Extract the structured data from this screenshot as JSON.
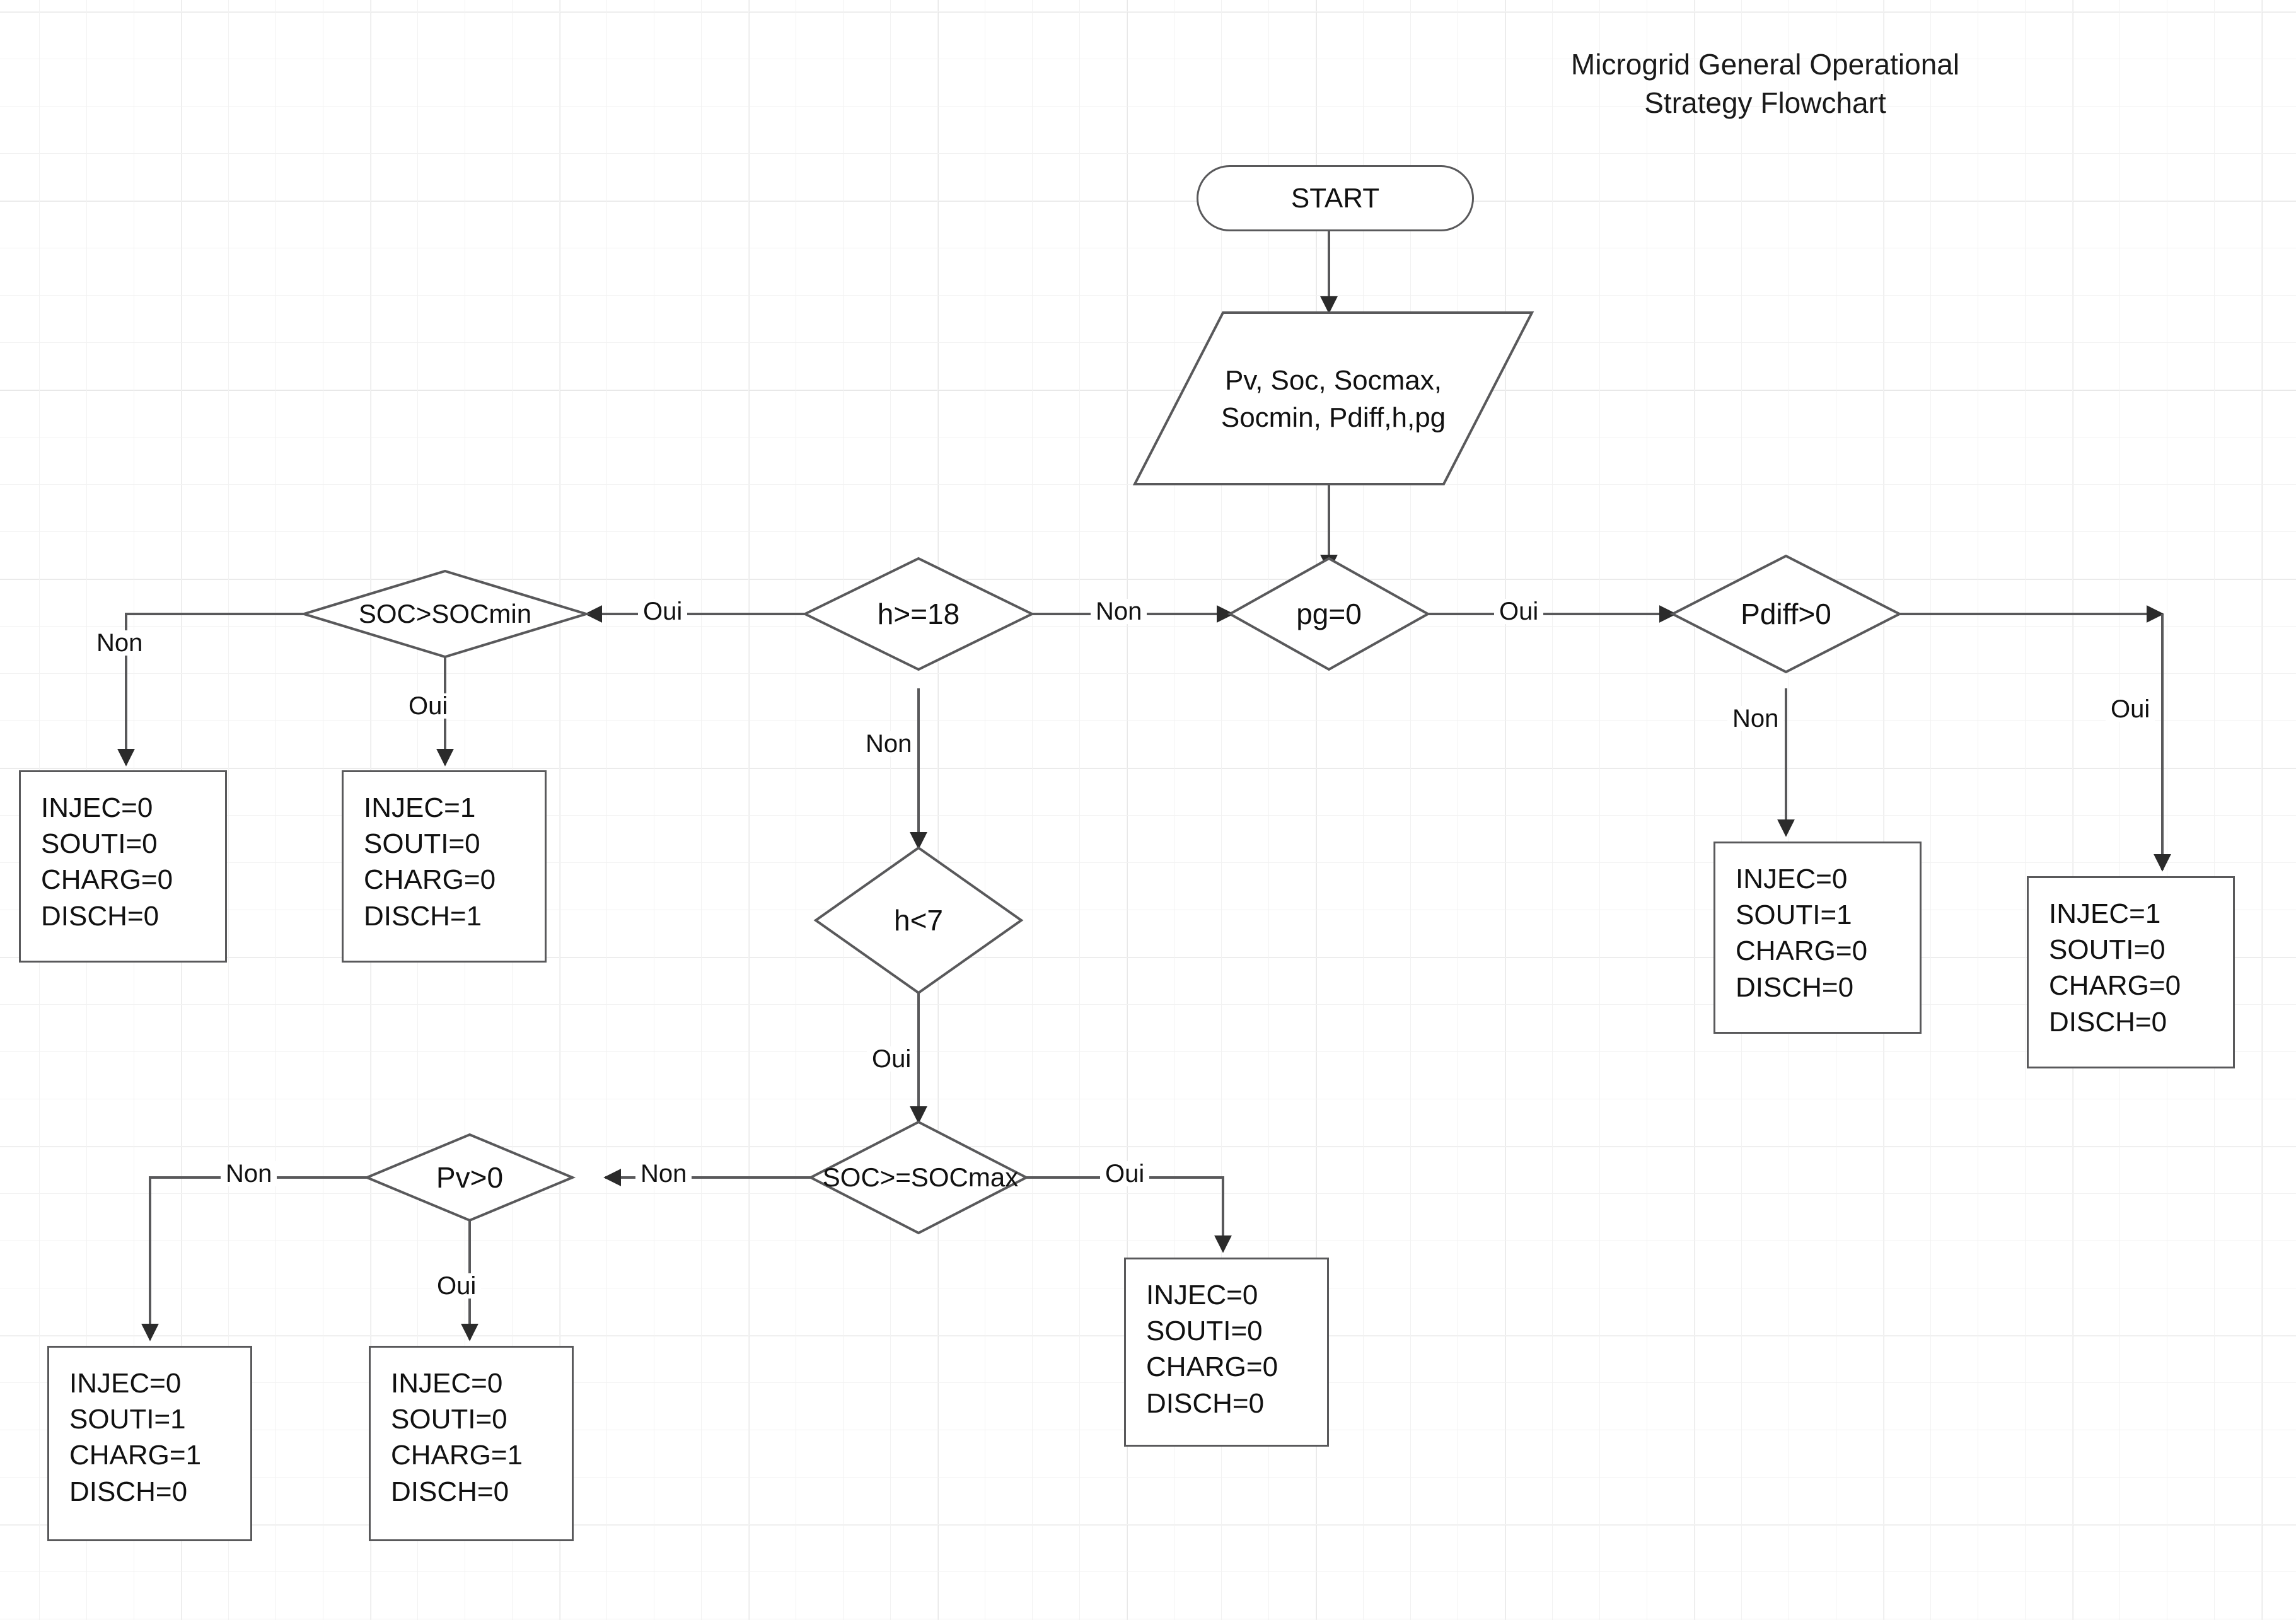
{
  "title": {
    "text": "Microgrid General Operational\nStrategy Flowchart"
  },
  "nodes": {
    "start": {
      "label": "START",
      "type": "terminator"
    },
    "input": {
      "label": "Pv, Soc, Socmax,\nSocmin, Pdiff,h,pg",
      "type": "input-output"
    },
    "d_h18": {
      "label": "h>=18",
      "type": "decision"
    },
    "d_pg0": {
      "label": "pg=0",
      "type": "decision"
    },
    "d_pdiff": {
      "label": "Pdiff>0",
      "type": "decision"
    },
    "d_socmin": {
      "label": "SOC>SOCmin",
      "type": "decision"
    },
    "d_h7": {
      "label": "h<7",
      "type": "decision"
    },
    "d_socmax": {
      "label": "SOC>=SOCmax",
      "type": "decision"
    },
    "d_pv0": {
      "label": "Pv>0",
      "type": "decision"
    },
    "p_socmin_non": {
      "label": "INJEC=0\nSOUTI=0\nCHARG=0\nDISCH=0",
      "type": "process"
    },
    "p_socmin_oui": {
      "label": "INJEC=1\nSOUTI=0\nCHARG=0\nDISCH=1",
      "type": "process"
    },
    "p_pdiff_non": {
      "label": "INJEC=0\nSOUTI=1\nCHARG=0\nDISCH=0",
      "type": "process"
    },
    "p_pdiff_oui": {
      "label": "INJEC=1\nSOUTI=0\nCHARG=0\nDISCH=0",
      "type": "process"
    },
    "p_pv_non": {
      "label": "INJEC=0\nSOUTI=1\nCHARG=1\nDISCH=0",
      "type": "process"
    },
    "p_pv_oui": {
      "label": "INJEC=0\nSOUTI=0\nCHARG=1\nDISCH=0",
      "type": "process"
    },
    "p_socmax_oui": {
      "label": "INJEC=0\nSOUTI=0\nCHARG=0\nDISCH=0",
      "type": "process"
    }
  },
  "edges": {
    "h18_oui": "Oui",
    "h18_non_right": "Non",
    "h18_non_down": "Non",
    "pg0_oui": "Oui",
    "pdiff_non": "Non",
    "pdiff_oui": "Oui",
    "socmin_non": "Non",
    "socmin_oui": "Oui",
    "h7_oui": "Oui",
    "socmax_non": "Non",
    "socmax_oui": "Oui",
    "pv0_non": "Non",
    "pv0_oui": "Oui"
  },
  "colors": {
    "stroke": "#59595b",
    "text": "#111111",
    "grid_minor": "#f2f2f2",
    "grid_major": "#e8e8e8",
    "background": "#ffffff"
  }
}
